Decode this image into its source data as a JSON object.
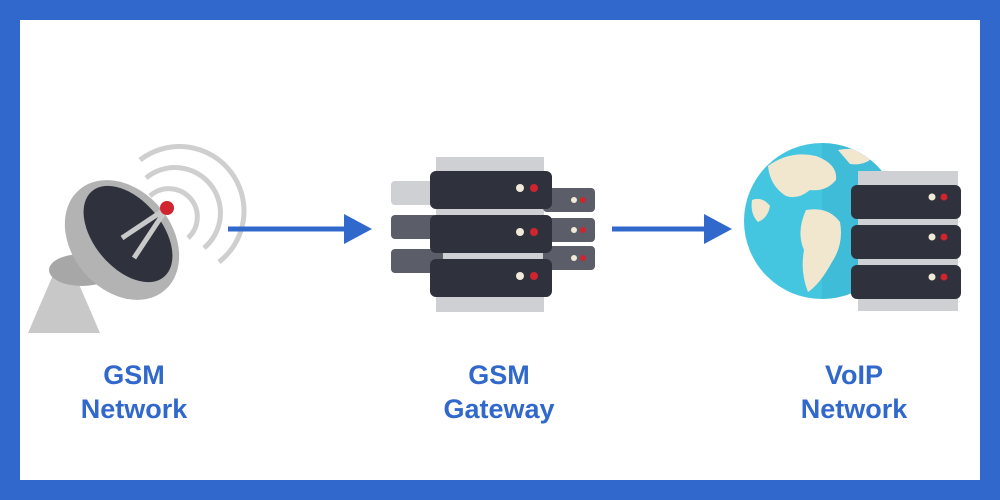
{
  "nodes": [
    {
      "id": "gsm-network",
      "line1": "GSM",
      "line2": "Network",
      "icon": "satellite-dish-icon"
    },
    {
      "id": "gsm-gateway",
      "line1": "GSM",
      "line2": "Gateway",
      "icon": "server-stack-icon"
    },
    {
      "id": "voip-network",
      "line1": "VoIP",
      "line2": "Network",
      "icon": "globe-server-icon"
    }
  ],
  "edges": [
    {
      "from": "gsm-network",
      "to": "gsm-gateway"
    },
    {
      "from": "gsm-gateway",
      "to": "voip-network"
    }
  ],
  "colors": {
    "frame": "#3168cc",
    "text": "#3168cc",
    "arrow": "#3168cc",
    "server_dark": "#2f323d",
    "server_mid": "#5b5e69",
    "server_light": "#cfd0d4",
    "globe_ocean": "#45c6e0",
    "globe_land": "#f1e7cf",
    "dish_gray": "#b3b3b3",
    "led_red": "#d0242e",
    "led_white": "#f2ead8"
  }
}
